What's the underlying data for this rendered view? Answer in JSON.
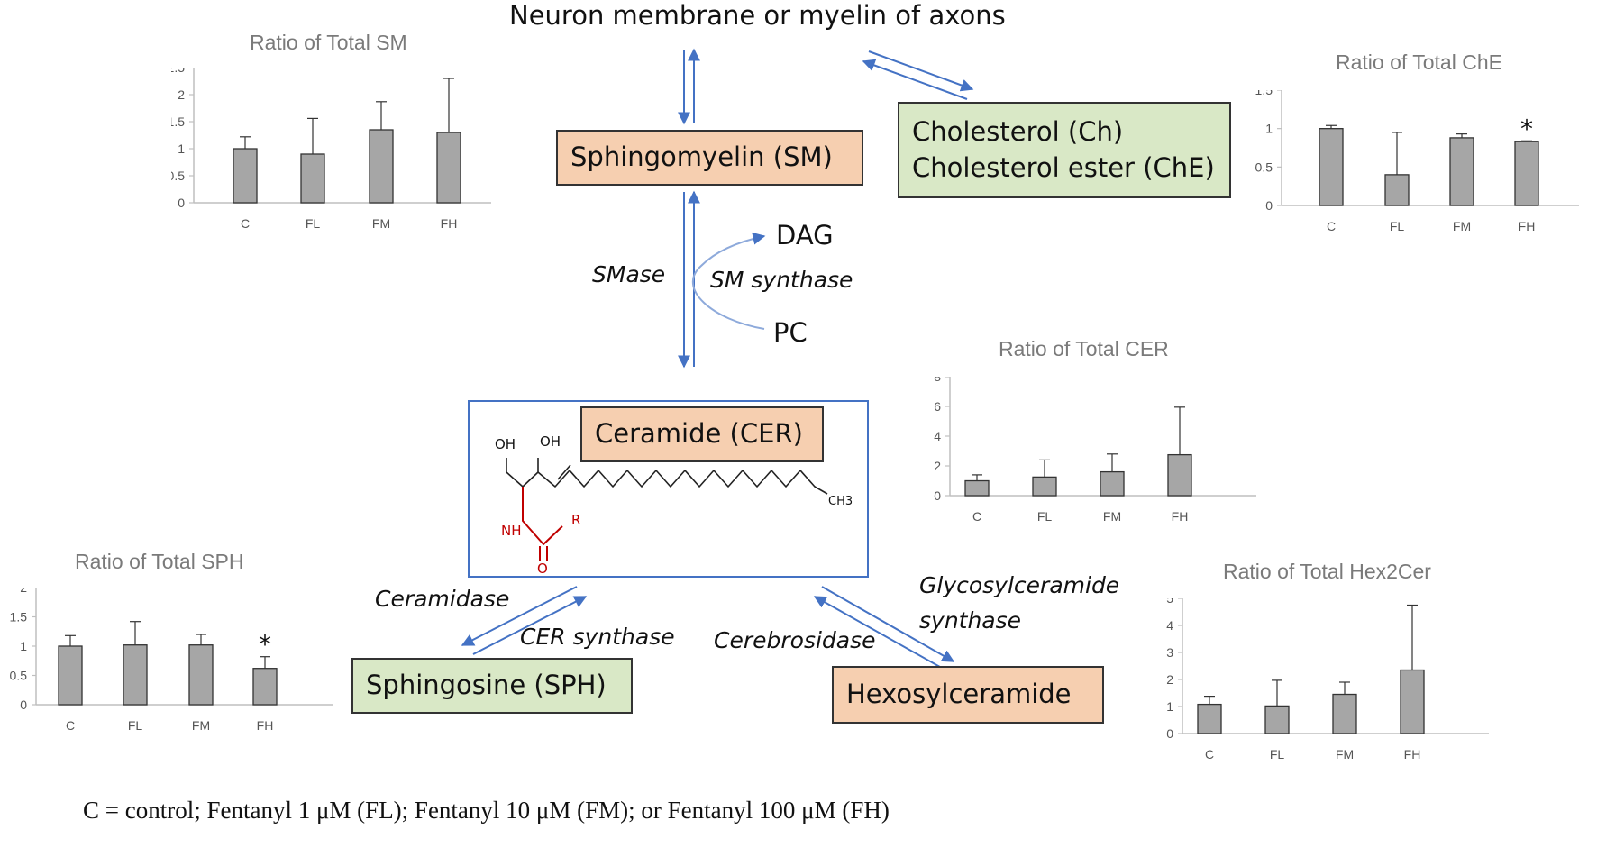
{
  "diagram": {
    "top_label": "Neuron membrane or myelin of axons",
    "nodes": {
      "sm": "Sphingomyelin (SM)",
      "ch": "Cholesterol (Ch)",
      "che": "Cholesterol ester (ChE)",
      "cer": "Ceramide (CER)",
      "sph": "Sphingosine (SPH)",
      "hex": "Hexosylceramide"
    },
    "labels": {
      "dag": "DAG",
      "pc": "PC",
      "smase": "SMase",
      "sm_synthase": "SM synthase",
      "ceramidase": "Ceramidase",
      "cer_synthase": "CER synthase",
      "cerebrosidase": "Cerebrosidase",
      "glyco_line1": "Glycosylceramide",
      "glyco_line2": "synthase"
    },
    "molecule": {
      "oh1": "OH",
      "oh2": "OH",
      "ch3": "CH3",
      "nh": "NH",
      "r": "R",
      "o": "O"
    },
    "footer": "C = control; Fentanyl 1 μM (FL); Fentanyl 10 μM (FM); or Fentanyl 100 μM (FH)"
  },
  "chart_data": [
    {
      "type": "bar",
      "title": "Ratio of Total SM",
      "categories": [
        "C",
        "FL",
        "FM",
        "FH"
      ],
      "values": [
        1.0,
        0.9,
        1.35,
        1.3
      ],
      "errors": [
        0.22,
        0.66,
        0.52,
        1.0
      ],
      "ylim": [
        0,
        2.5
      ],
      "yticks": [
        "0",
        "0.5",
        "1",
        "1.5",
        "2",
        "2.5"
      ],
      "significant": [
        false,
        false,
        false,
        false
      ],
      "bar_color": "#a6a6a6"
    },
    {
      "type": "bar",
      "title": "Ratio of Total ChE",
      "categories": [
        "C",
        "FL",
        "FM",
        "FH"
      ],
      "values": [
        1.0,
        0.4,
        0.88,
        0.83
      ],
      "errors": [
        0.04,
        0.55,
        0.05,
        0.01
      ],
      "ylim": [
        0,
        1.5
      ],
      "yticks": [
        "0",
        "0.5",
        "1",
        "1.5"
      ],
      "significant": [
        false,
        false,
        false,
        true
      ],
      "bar_color": "#a6a6a6"
    },
    {
      "type": "bar",
      "title": "Ratio of Total CER",
      "categories": [
        "C",
        "FL",
        "FM",
        "FH"
      ],
      "values": [
        1.0,
        1.25,
        1.6,
        2.75
      ],
      "errors": [
        0.4,
        1.15,
        1.2,
        3.2
      ],
      "ylim": [
        0,
        8
      ],
      "yticks": [
        "0",
        "2",
        "4",
        "6",
        "8"
      ],
      "significant": [
        false,
        false,
        false,
        false
      ],
      "bar_color": "#a6a6a6"
    },
    {
      "type": "bar",
      "title": "Ratio of Total SPH",
      "categories": [
        "C",
        "FL",
        "FM",
        "FH"
      ],
      "values": [
        1.0,
        1.02,
        1.02,
        0.62
      ],
      "errors": [
        0.18,
        0.4,
        0.18,
        0.2
      ],
      "ylim": [
        0,
        2
      ],
      "yticks": [
        "0",
        "0.5",
        "1",
        "1.5",
        "2"
      ],
      "significant": [
        false,
        false,
        false,
        true
      ],
      "bar_color": "#a6a6a6"
    },
    {
      "type": "bar",
      "title": "Ratio of Total Hex2Cer",
      "categories": [
        "C",
        "FL",
        "FM",
        "FH"
      ],
      "values": [
        1.08,
        1.02,
        1.45,
        2.35
      ],
      "errors": [
        0.3,
        0.95,
        0.45,
        2.4
      ],
      "ylim": [
        0,
        5
      ],
      "yticks": [
        "0",
        "1",
        "2",
        "3",
        "4",
        "5"
      ],
      "significant": [
        false,
        false,
        false,
        false
      ],
      "bar_color": "#a6a6a6"
    }
  ]
}
